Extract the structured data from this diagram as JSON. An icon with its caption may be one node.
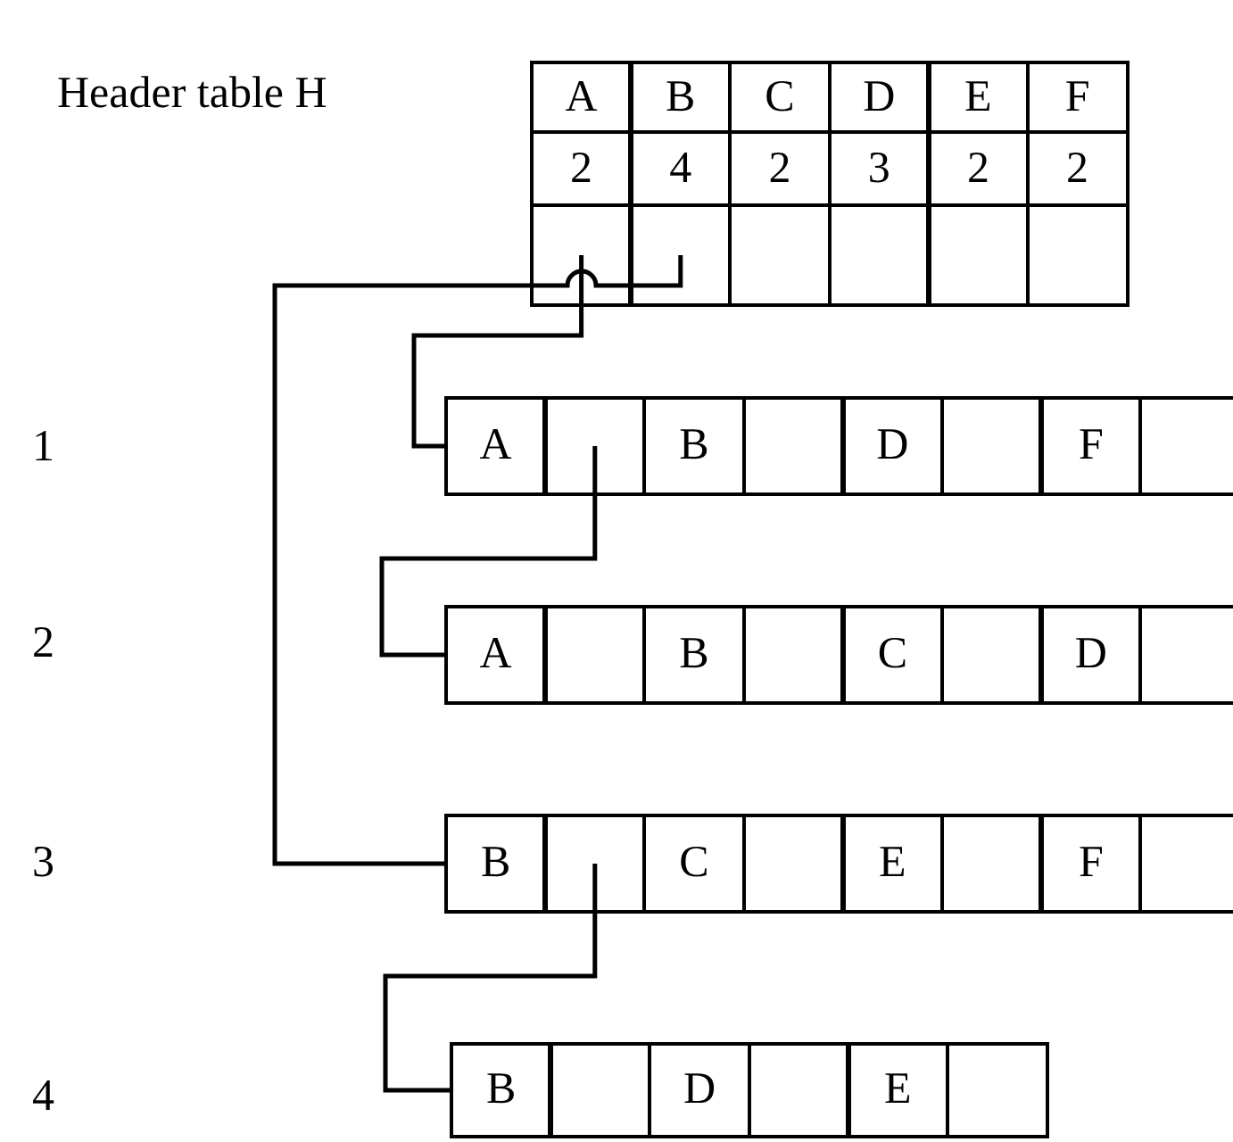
{
  "diagram": {
    "nodes": [
      {
        "text": [
          "A"
        ]
      },
      {
        "text": [
          "B"
        ]
      },
      {
        "text": [
          "C"
        ]
      },
      {
        "text": [
          "D"
        ]
      },
      {
        "text": [
          "E"
        ]
      },
      {
        "text": [
          "F"
        ]
      },
      {
        "text": [
          "2"
        ]
      },
      {
        "text": [
          "4"
        ]
      },
      {
        "text": [
          "2"
        ]
      },
      {
        "text": [
          "3"
        ]
      },
      {
        "text": [
          "2"
        ]
      },
      {
        "text": [
          "2"
        ]
      },
      {
        "text": [],
        "shape": "box"
      },
      {
        "text": [],
        "shape": "box"
      },
      {
        "text": [],
        "shape": "box"
      },
      {
        "text": [],
        "shape": "box"
      },
      {
        "text": [],
        "shape": "box"
      },
      {
        "text": [],
        "shape": "box"
      },
      {
        "text": [
          "A"
        ]
      },
      {
        "text": [],
        "shape": "box"
      },
      {
        "text": [
          "B"
        ]
      },
      {
        "text": [],
        "shape": "box"
      },
      {
        "text": [
          "D"
        ]
      },
      {
        "text": [],
        "shape": "box"
      },
      {
        "text": [
          "F"
        ]
      },
      {
        "text": [],
        "shape": "box"
      },
      {
        "text": [
          "A"
        ]
      },
      {
        "text": [],
        "shape": "box"
      },
      {
        "text": [
          "B"
        ]
      },
      {
        "text": [],
        "shape": "box"
      },
      {
        "text": [
          "C"
        ]
      },
      {
        "text": [],
        "shape": "box"
      },
      {
        "text": [
          "D"
        ]
      },
      {
        "text": [],
        "shape": "box"
      },
      {
        "text": [
          "B"
        ]
      },
      {
        "text": [],
        "shape": "box"
      },
      {
        "text": [
          "C"
        ]
      },
      {
        "text": [],
        "shape": "box"
      },
      {
        "text": [
          "E"
        ]
      },
      {
        "text": [],
        "shape": "box"
      },
      {
        "text": [
          "F"
        ]
      },
      {
        "text": [],
        "shape": "box"
      },
      {
        "text": [
          "B"
        ]
      },
      {
        "text": [],
        "shape": "box"
      },
      {
        "text": [
          "D"
        ]
      },
      {
        "text": [],
        "shape": "box"
      },
      {
        "text": [
          "E"
        ]
      },
      {
        "text": [],
        "shape": "box"
      }
    ],
    "edges": [
      {
        "from": 12,
        "to": 18,
        "arrow": "none"
      },
      {
        "from": 19,
        "to": 26,
        "arrow": "none"
      },
      {
        "from": 13,
        "to": 34,
        "arrow": "none"
      },
      {
        "from": 35,
        "to": 42,
        "arrow": "none"
      }
    ],
    "labels": [
      "Header table H",
      "1",
      "2",
      "3",
      "4"
    ]
  }
}
